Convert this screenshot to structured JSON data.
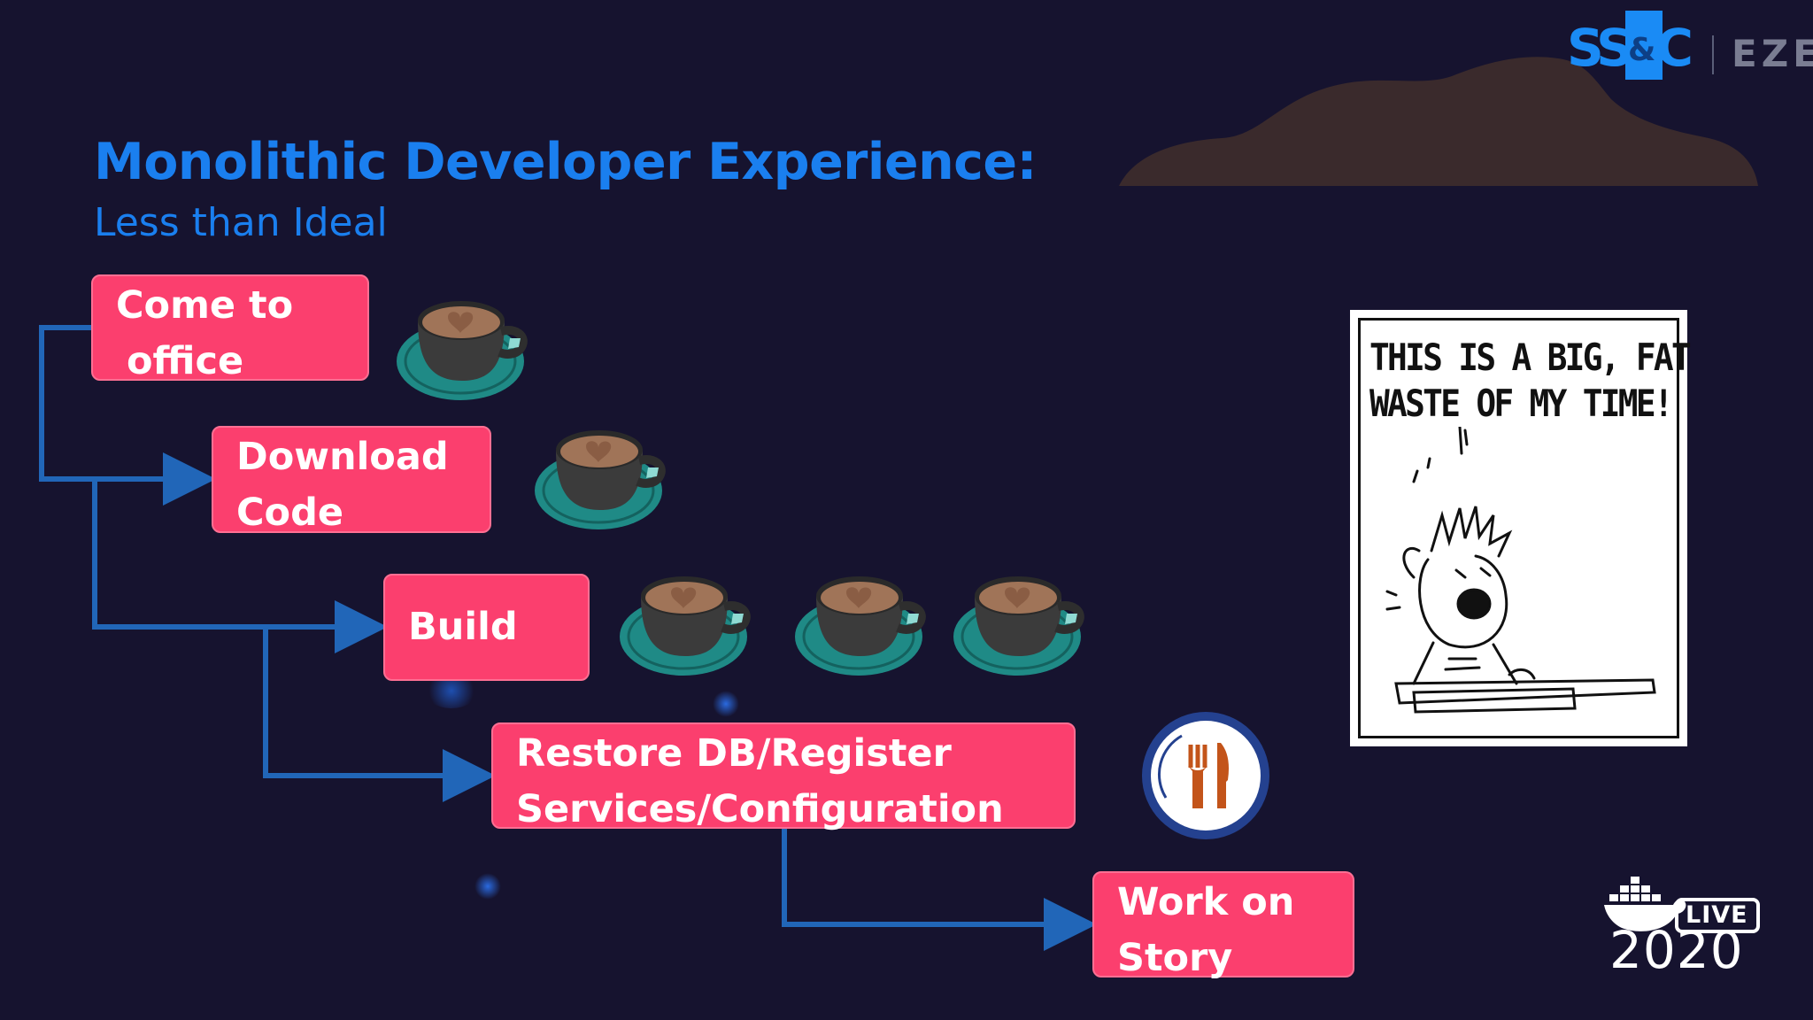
{
  "slide": {
    "title": "Monolithic Developer Experience:",
    "subtitle": "Less than Ideal"
  },
  "steps": [
    {
      "line1": "Come to",
      "line2": "office",
      "cups": 1
    },
    {
      "line1": "Download",
      "line2": "Code",
      "cups": 1
    },
    {
      "line1": "Build",
      "line2": "",
      "cups": 3
    },
    {
      "line1": "Restore DB/Register",
      "line2": "Services/Configuration",
      "icon": "meal-icon"
    },
    {
      "line1": "Work on",
      "line2": "Story"
    }
  ],
  "comic": {
    "caption_line1": "THIS IS A BIG, FAT",
    "caption_line2": "WASTE OF MY TIME!"
  },
  "branding": {
    "logo": "SS&C",
    "logo_part1": "SS",
    "logo_amp": "&",
    "logo_part2": "C",
    "product": "EZE",
    "event_label": "LIVE",
    "event_year": "2020"
  },
  "colors": {
    "background": "#16132f",
    "accent_blue": "#1a7fef",
    "box_pink": "#fb3f6e",
    "connector": "#2166b8",
    "cloud": "#3a2a2c"
  },
  "icons": [
    "coffee-cup-icon",
    "meal-icon",
    "docker-whale-icon"
  ]
}
